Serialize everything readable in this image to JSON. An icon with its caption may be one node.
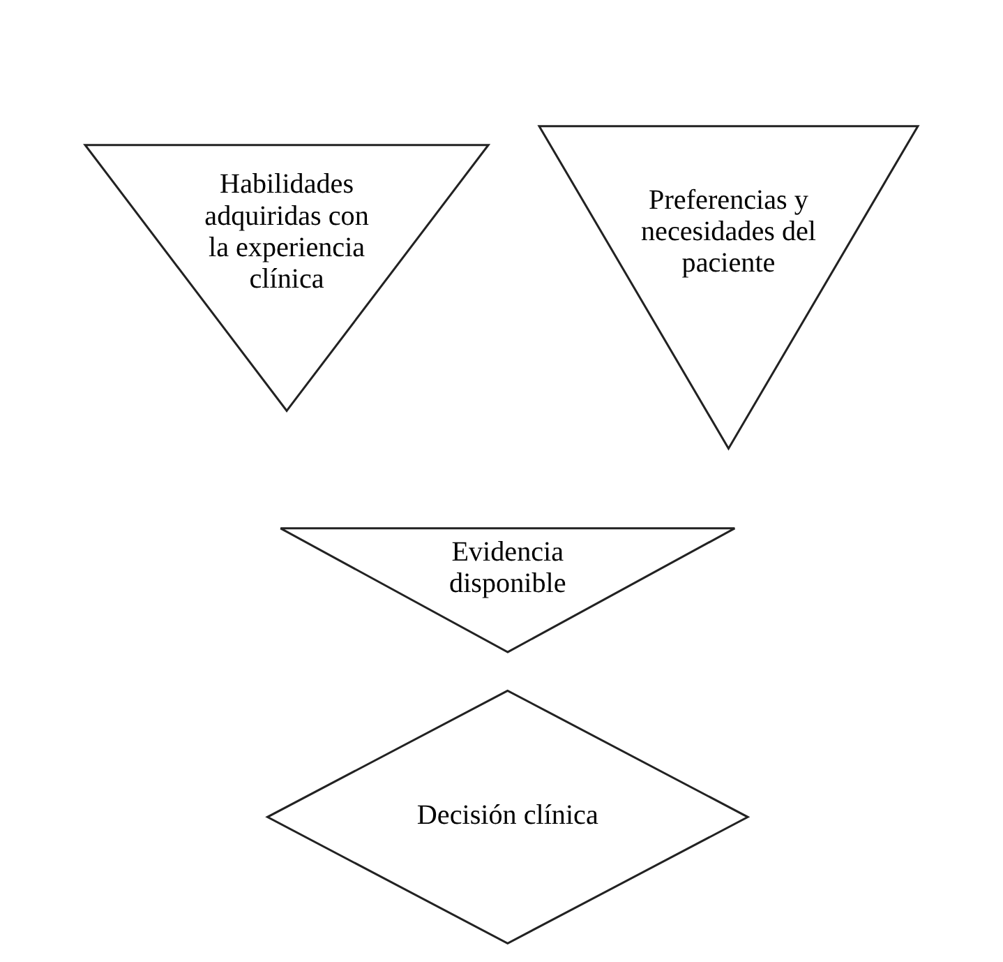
{
  "diagram": {
    "nodes": [
      {
        "text": [
          "Habilidades adquiridas con la experiencia clínica"
        ]
      },
      {
        "text": [
          "Preferencias y necesidades del paciente"
        ]
      },
      {
        "text": [
          "Evidencia disponible"
        ]
      },
      {
        "text": [
          "Decisión clínica"
        ]
      }
    ],
    "edges": []
  }
}
